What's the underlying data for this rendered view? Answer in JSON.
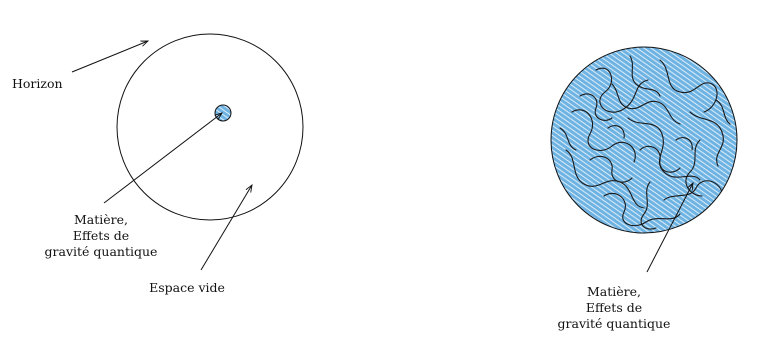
{
  "left_panel": {
    "horizon_label": "Horizon",
    "matter_label": [
      "Matière,",
      "Effets de",
      "gravité quantique"
    ],
    "empty_space_label": "Espace vide"
  },
  "right_panel": {
    "matter_label": [
      "Matière,",
      "Effets de",
      "gravité quantique"
    ]
  },
  "colors": {
    "fill_blue": "#6fb3e3",
    "hatch": "#ffffff",
    "stroke": "#111111"
  }
}
